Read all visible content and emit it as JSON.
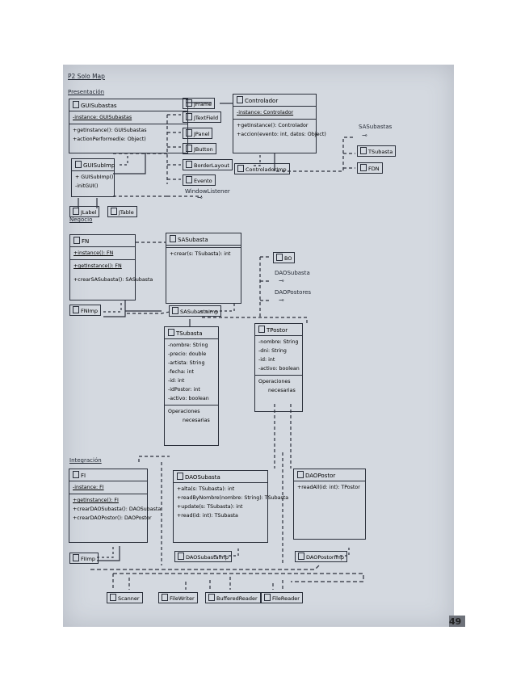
{
  "page": {
    "title": "P2 Solo Map",
    "page_number": "49"
  },
  "sections": {
    "presentacion": "Presentación",
    "negocio": "Negocio",
    "integracion": "Integración"
  },
  "presentacion": {
    "guiSubastas": {
      "name": "GUISubastas",
      "attributes": [
        "-instance: GUISubastas"
      ],
      "methods": [
        "+getInstance(): GUISubastas",
        "+actionPerformed(e: Object)"
      ]
    },
    "guiSubImp": {
      "name": "GUISubImp",
      "rows": [
        "+ GUISubImp()",
        "-initGUI()"
      ]
    },
    "swingBoxes": [
      "JFrame",
      "JTextField",
      "JPanel",
      "JButton",
      "BorderLayout",
      "Evento"
    ],
    "windowListener": "WindowListener",
    "bottomBoxes": [
      "JLabel",
      "JTable"
    ],
    "controlador": {
      "name": "Controlador",
      "attributes": [
        "-instance: Controlador"
      ],
      "methods": [
        "+getInstance(): Controlador",
        "+accion(evento: int, datos: Object)"
      ]
    },
    "controladorImp": "ControladorImp",
    "right_group": {
      "label": "SASubastas",
      "boxes": [
        "TSubasta",
        "FDN"
      ]
    }
  },
  "negocio": {
    "fn": {
      "name": "FN",
      "attributes": [
        "+instance(): FN"
      ],
      "methods": [
        "+getInstance(): FN",
        "+crearSASubasta(): SASubasta"
      ]
    },
    "fnImp": "FNImp",
    "saSubasta": {
      "name": "SASubasta",
      "methods": [
        "+crear(s: TSubasta): int"
      ]
    },
    "saSubastaImp": "SASubastaImp",
    "rightBoxes": {
      "bo": "BO",
      "label1": "DAOSubasta",
      "label2": "DAOPostores"
    },
    "tSubasta": {
      "name": "TSubasta",
      "attributes": [
        "-nombre: String",
        "-precio: double",
        "-artista: String",
        "-fecha: int",
        "-id: int",
        "-idPostor: int",
        "-activo: boolean"
      ],
      "operations": [
        "Operaciones",
        "necesarias"
      ]
    },
    "tPostor": {
      "name": "TPostor",
      "attributes": [
        "-nombre: String",
        "-dni: String",
        "-id: int",
        "-activo: boolean"
      ],
      "operations": [
        "Operaciones",
        "necesarias"
      ]
    }
  },
  "integracion": {
    "fi": {
      "name": "FI",
      "attributes": [
        "-instance: FI"
      ],
      "methods": [
        "+getInstance(): FI",
        "+crearDAOSubasta(): DAOSubasta",
        "+crearDAOPostor(): DAOPostor"
      ]
    },
    "fiImp": "FIImp",
    "daoSubasta": {
      "name": "DAOSubasta",
      "methods": [
        "+alta(s: TSubasta): int",
        "+readByNombre(nombre: String): TSubasta",
        "+update(s: TSubasta): int",
        "+read(id: int): TSubasta"
      ]
    },
    "daoSubastaImp": "DAOSubastaImp",
    "daoPostor": {
      "name": "DAOPostor",
      "methods": [
        "+readAll(id: int): TPostor"
      ]
    },
    "daoPostorImp": "DAOPostorImp",
    "bottomBoxes": [
      "Scanner",
      "FileWriter",
      "BufferedReader",
      "FileReader"
    ]
  }
}
